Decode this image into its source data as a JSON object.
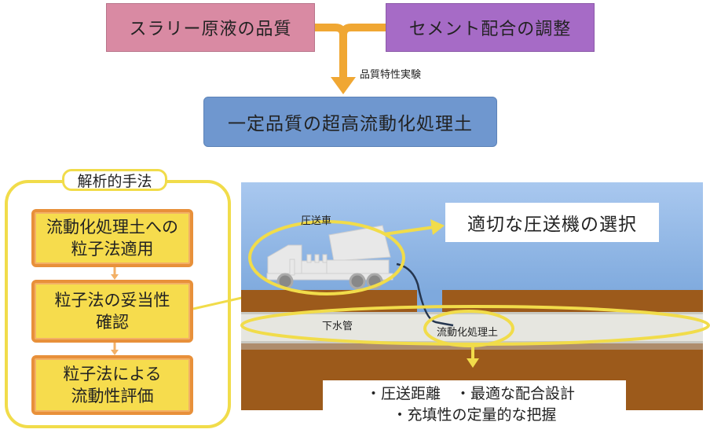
{
  "inputs": {
    "slurry": "スラリー原液の品質",
    "cement": "セメント配合の調整",
    "test_label": "品質特性実験",
    "soil": "一定品質の超高流動化処理土"
  },
  "analysis": {
    "title": "解析的手法",
    "steps": [
      "流動化処理土への\n粒子法適用",
      "粒子法の妥当性\n確認",
      "粒子法による\n流動性評価"
    ]
  },
  "scene": {
    "truck_label": "圧送車",
    "pipe_label": "下水管",
    "fluid_label": "流動化処理土",
    "machine_selection": "適切な圧送機の選択",
    "results": [
      "・圧送距離　・最適な配合設計",
      "・充填性の定量的な把握"
    ]
  },
  "colors": {
    "slurry": "#d98aa3",
    "cement": "#a66bc6",
    "soil": "#6f97cf",
    "arrow": "#f0a733",
    "highlight": "#f1dc4a",
    "step_fill": "#f6dc4d",
    "step_border": "#e8903a",
    "ground": "#9c5a1b",
    "sky": "#a9c8ef"
  }
}
